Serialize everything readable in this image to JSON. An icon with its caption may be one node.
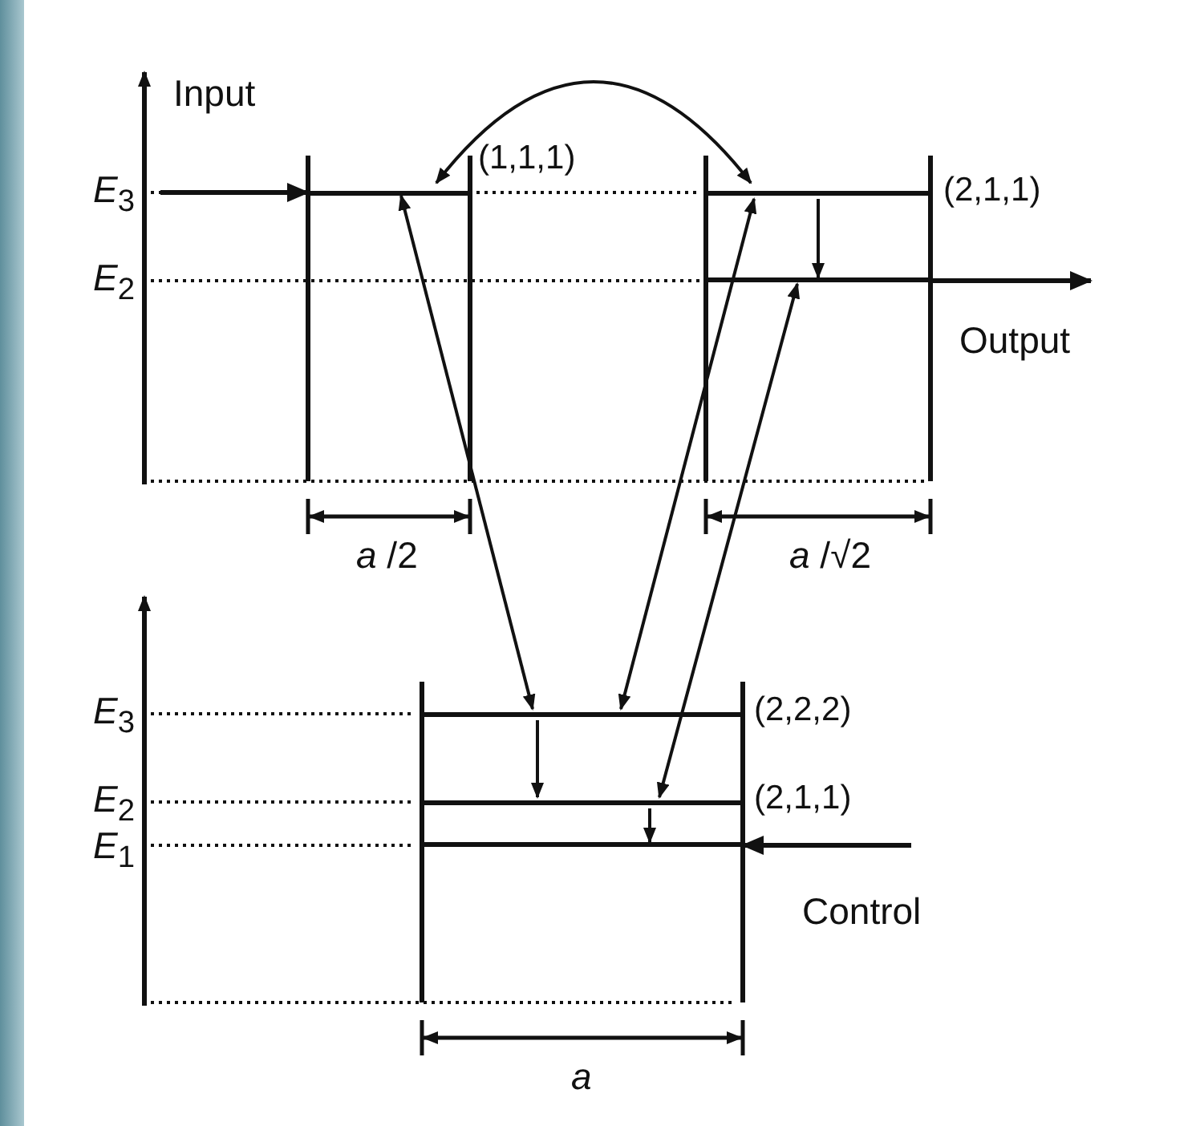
{
  "diagram": {
    "nodes": [
      {
        "text": [
          "(1,1,1)"
        ]
      },
      {
        "text": [
          "(2,1,1)"
        ]
      },
      {
        "text": [],
        "shape": "bar"
      },
      {
        "text": [
          "(2,2,2)"
        ]
      },
      {
        "text": [
          "(2,1,1)"
        ]
      },
      {
        "text": [],
        "shape": "bar"
      }
    ],
    "edges": [
      {
        "from": null,
        "to": 0,
        "arrow": "to",
        "label": "Input"
      },
      {
        "from": 0,
        "to": 1,
        "arrow": "both"
      },
      {
        "from": 1,
        "to": 2,
        "arrow": "to"
      },
      {
        "from": 2,
        "to": null,
        "arrow": "to",
        "label": "Output"
      },
      {
        "from": 0,
        "to": 3,
        "arrow": "both"
      },
      {
        "from": 1,
        "to": 3,
        "arrow": "both"
      },
      {
        "from": 2,
        "to": 4,
        "arrow": "both"
      },
      {
        "from": 3,
        "to": 4,
        "arrow": "to"
      },
      {
        "from": 4,
        "to": 5,
        "arrow": "to"
      },
      {
        "from": null,
        "to": 5,
        "arrow": "to",
        "label": "Control"
      }
    ],
    "labels": [
      "*E*$_{3}$",
      "*E*$_{2}$",
      "*a* /2",
      "*a* /√2",
      "*E*$_{3}$",
      "*E*$_{2}$",
      "*E*$_{1}$",
      "*a*"
    ]
  }
}
